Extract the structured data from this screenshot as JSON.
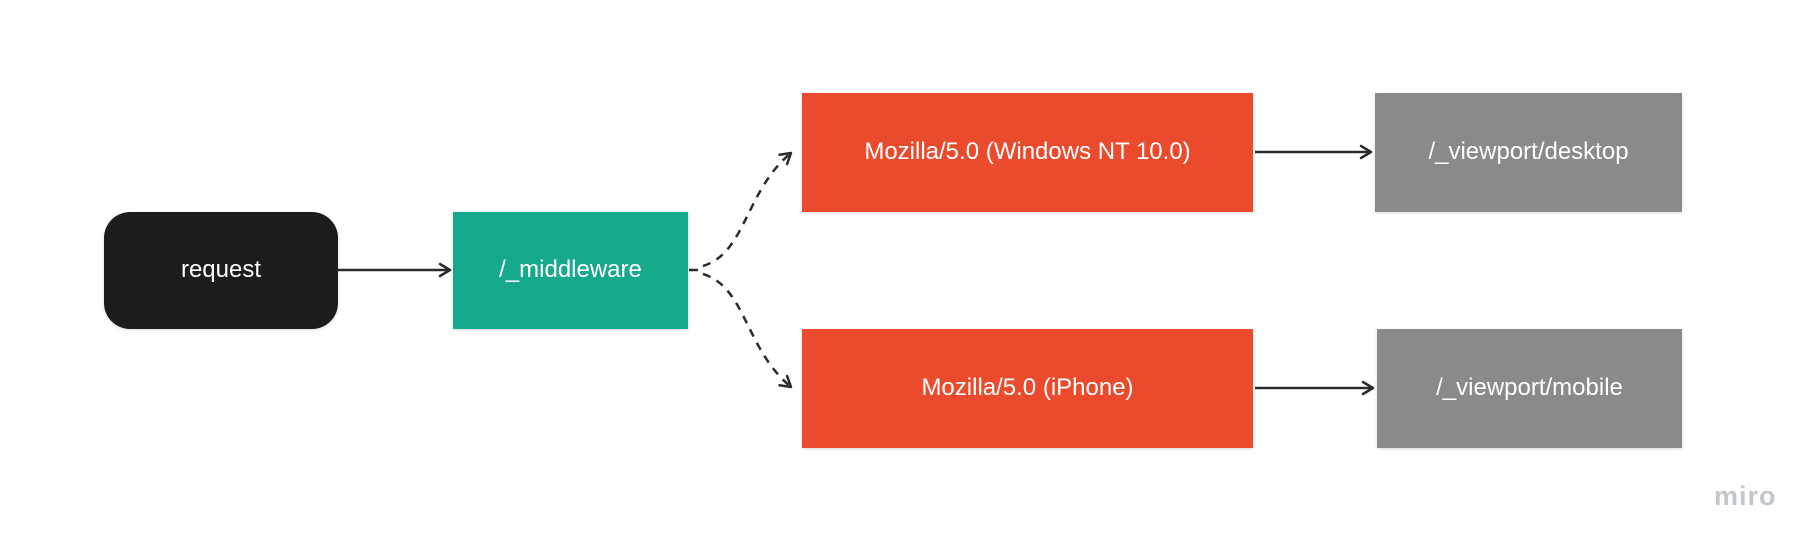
{
  "canvas": {
    "background": "#ffffff"
  },
  "palette": {
    "node_black": "#1c1c1c",
    "node_teal": "#17a98c",
    "node_orange": "#ea4b2c",
    "node_gray": "#8a8a8a",
    "node_text": "#ffffff",
    "connector": "#2b2b2b",
    "watermark": "#c3c7cb"
  },
  "nodes": {
    "request": {
      "label": "request",
      "color_key": "node_black",
      "shape": "rounded-rectangle"
    },
    "middleware": {
      "label": "/_middleware",
      "color_key": "node_teal",
      "shape": "rectangle"
    },
    "ua_desktop": {
      "label": "Mozilla/5.0 (Windows NT 10.0)",
      "color_key": "node_orange",
      "shape": "rectangle"
    },
    "viewport_desktop": {
      "label": "/_viewport/desktop",
      "color_key": "node_gray",
      "shape": "rectangle"
    },
    "ua_mobile": {
      "label": "Mozilla/5.0 (iPhone)",
      "color_key": "node_orange",
      "shape": "rectangle"
    },
    "viewport_mobile": {
      "label": "/_viewport/mobile",
      "color_key": "node_gray",
      "shape": "rectangle"
    }
  },
  "connectors": [
    {
      "from": "request",
      "to": "middleware",
      "style": "solid",
      "arrowhead": "chevron"
    },
    {
      "from": "middleware",
      "to": "ua_desktop",
      "style": "dashed",
      "arrowhead": "chevron"
    },
    {
      "from": "middleware",
      "to": "ua_mobile",
      "style": "dashed",
      "arrowhead": "chevron"
    },
    {
      "from": "ua_desktop",
      "to": "viewport_desktop",
      "style": "solid",
      "arrowhead": "chevron"
    },
    {
      "from": "ua_mobile",
      "to": "viewport_mobile",
      "style": "solid",
      "arrowhead": "chevron"
    }
  ],
  "watermark": {
    "label": "miro"
  }
}
